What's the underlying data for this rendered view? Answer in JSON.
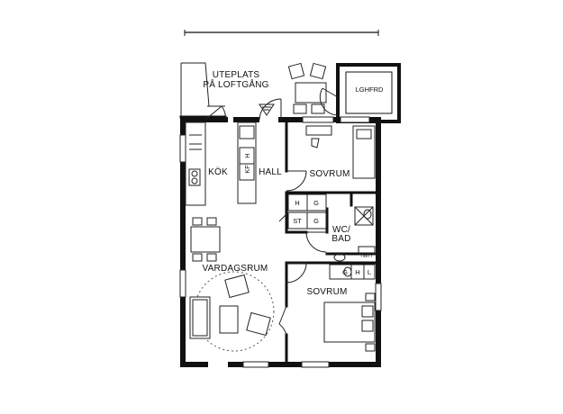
{
  "rooms": {
    "uteplats_line1": "UTEPLATS",
    "uteplats_line2": "PÅ LOFTGÅNG",
    "lghfrd": "LGHFRD",
    "kok": "KÖK",
    "hall": "HALL",
    "sovrum_top": "SOVRUM",
    "wc_line1": "WC/",
    "wc_line2": "BAD",
    "vardagsrum": "VARDAGSRUM",
    "sovrum_bottom": "SOVRUM"
  },
  "fixtures": {
    "kf": "KF",
    "h_hall": "H",
    "h1": "H",
    "g1": "G",
    "st": "ST",
    "g2": "G",
    "tm_tt": "TM/TT",
    "g3": "G",
    "h3": "H",
    "l3": "L"
  }
}
